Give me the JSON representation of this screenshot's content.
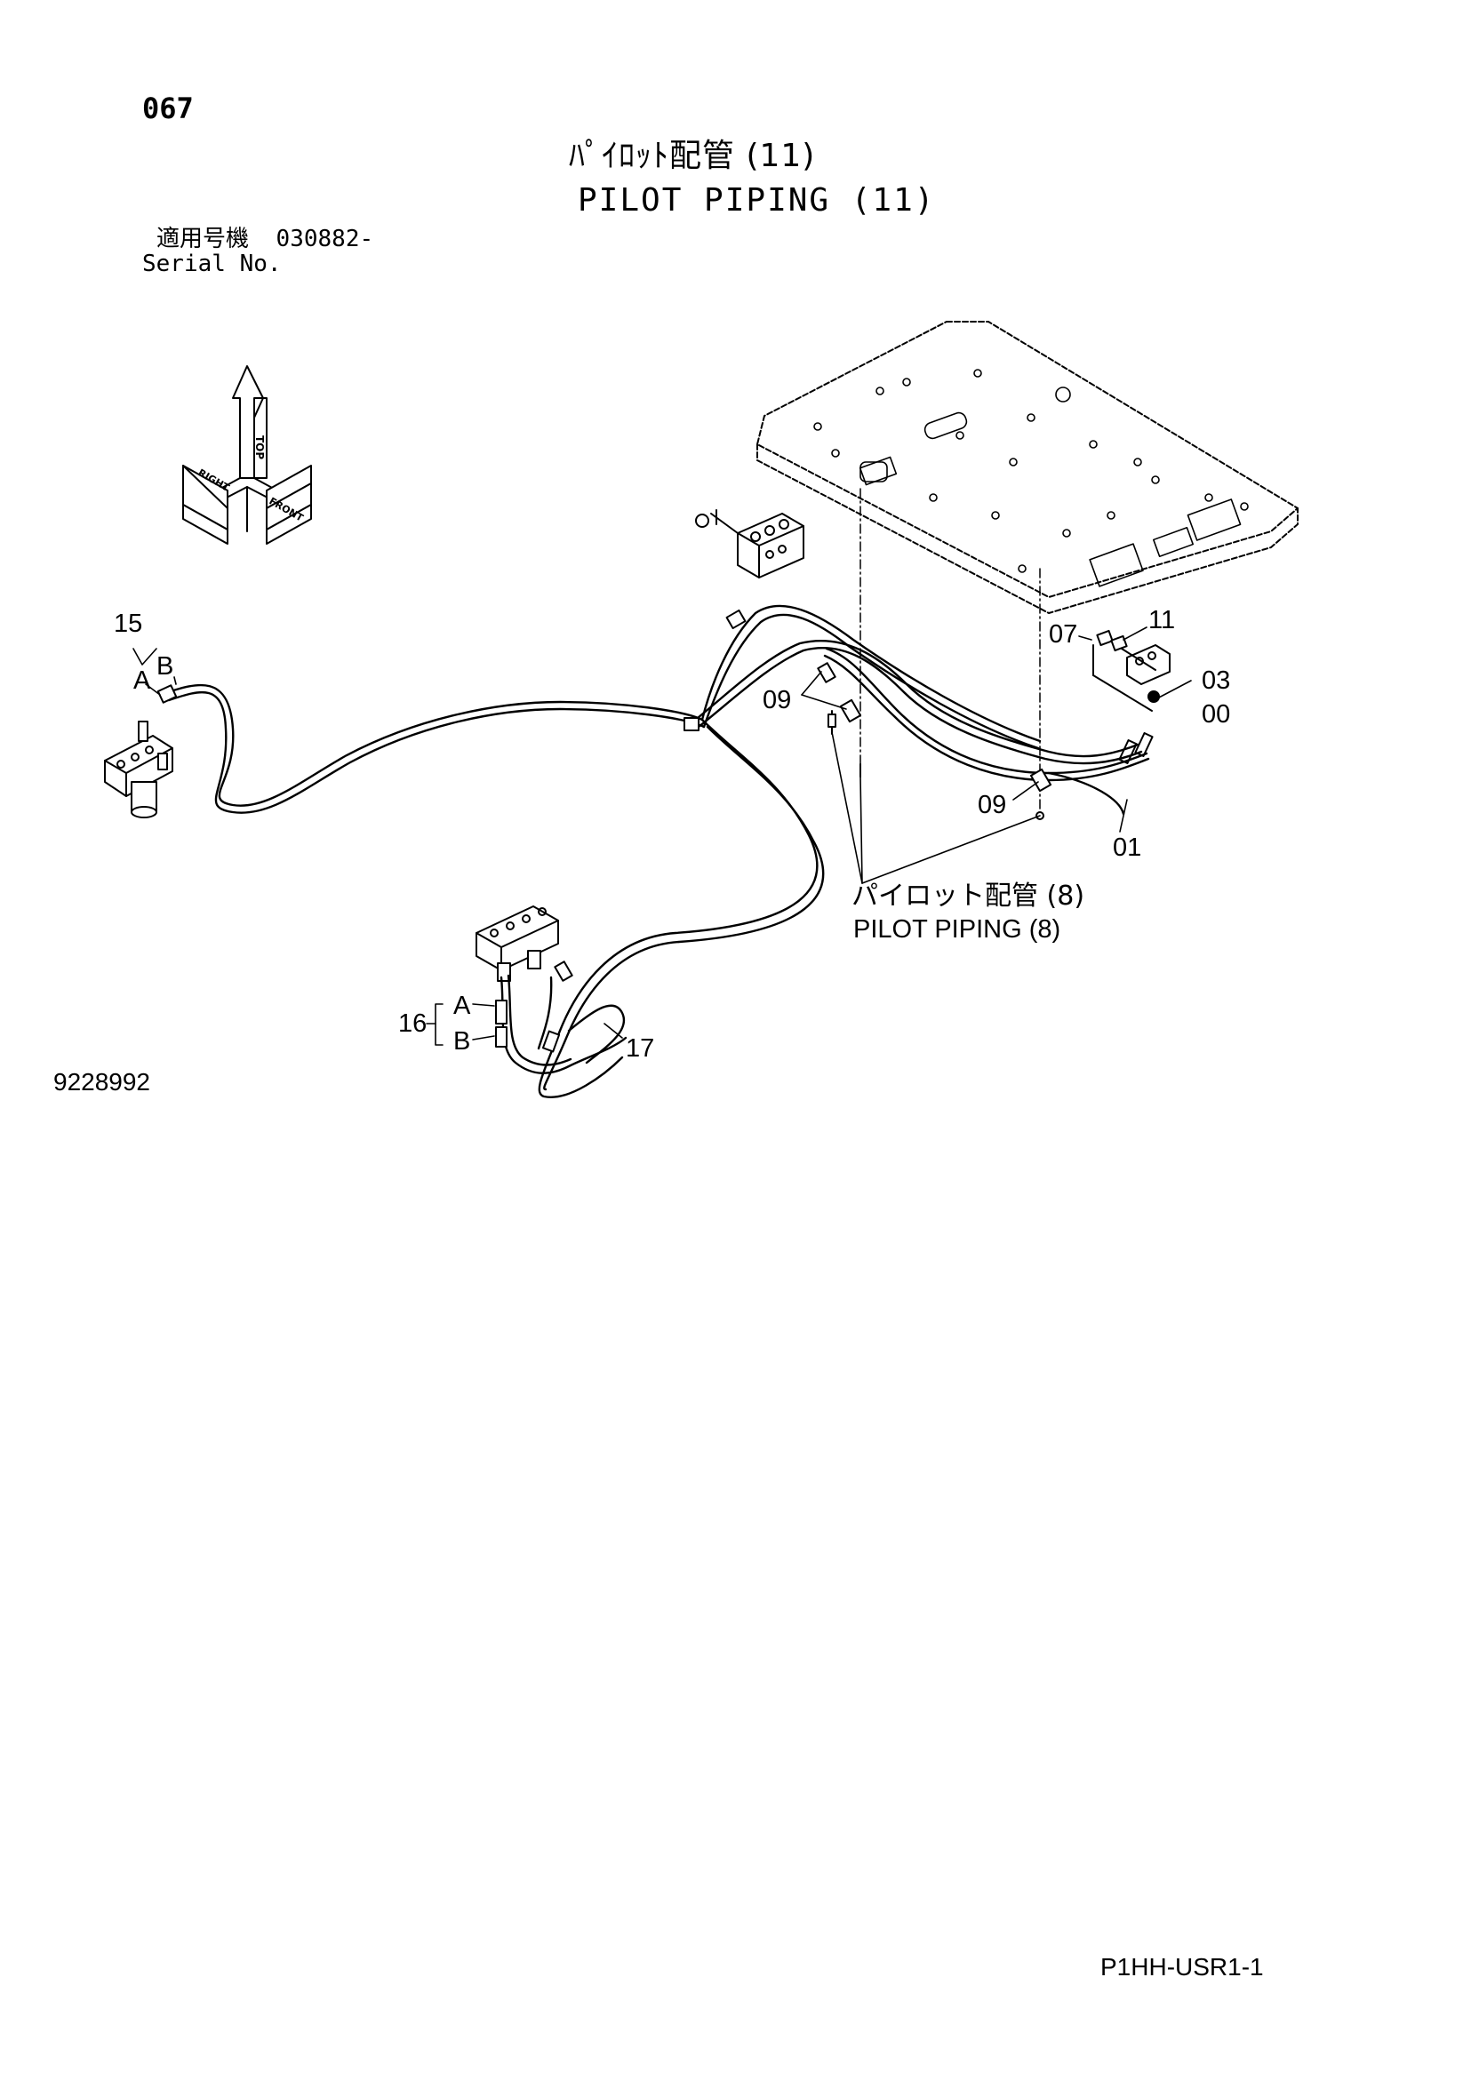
{
  "page_number": "067",
  "title": {
    "jp": "ﾊﾟｲﾛｯﾄ配管 (11)",
    "en": "PILOT PIPING (11)"
  },
  "serial": {
    "jp_label": "適用号機",
    "value": "030882-",
    "en_label": "Serial No."
  },
  "orientation": {
    "top": "TOP",
    "right": "RIGHT",
    "front": "FRONT"
  },
  "callouts": {
    "c15": "15",
    "c15a": "A",
    "c15b": "B",
    "c07": "07",
    "c11": "11",
    "c03": "03",
    "c00": "00",
    "c09a": "09",
    "c09b": "09",
    "c01": "01",
    "c16": "16",
    "c16a": "A",
    "c16b": "B",
    "c17": "17"
  },
  "reference": {
    "jp": "パイロット配管 (8)",
    "en": "PILOT PIPING (8)"
  },
  "drawing_number": "9228992",
  "page_code": "P1HH-USR1-1"
}
